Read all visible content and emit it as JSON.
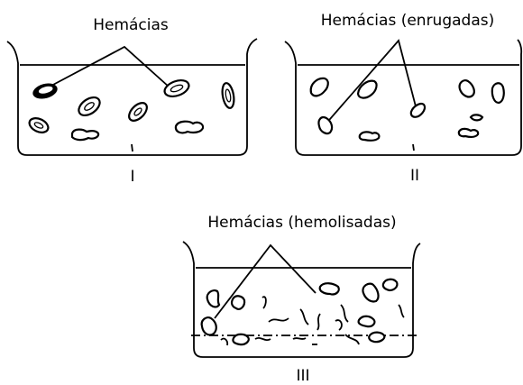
{
  "panels": [
    {
      "id": "I",
      "label": "Hemácias",
      "numeral": "I"
    },
    {
      "id": "II",
      "label": "Hemácias (enrugadas)",
      "numeral": "II"
    },
    {
      "id": "III",
      "label": "Hemácias (hemolisadas)",
      "numeral": "III"
    }
  ],
  "colors": {
    "ink": "#000000",
    "background": "#ffffff"
  }
}
